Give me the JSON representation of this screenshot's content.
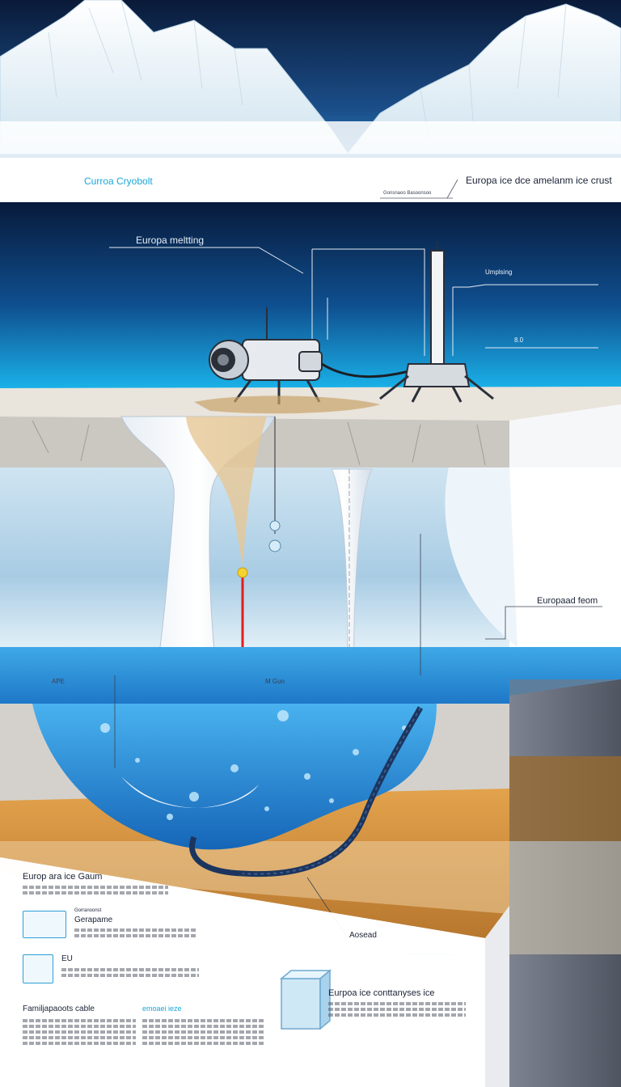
{
  "labels": {
    "top_left": "Curroa Cryobolt",
    "top_right": "Europa ice dce amelanm ice crust",
    "top_right_sub": "Gonsnaoo Basoonsoo",
    "melting": "Europa meltting",
    "right_probe_1": "Umplsing",
    "right_probe_2": "8.0",
    "mid_left": "APE",
    "mid_center": "M Gun",
    "right_side": "Europaad feom",
    "lower_mid": "Aosead"
  },
  "legend": {
    "heading": "Europ ara ice Gaum",
    "item1_title": "Gorranoonst",
    "item1_sub": "Gerapame",
    "item2_title": "EU",
    "bottom_left_title": "Familjapaoots cable",
    "bottom_mid_title": "emoaei ieze",
    "bottom_right_title": "Eurpoa ice conttanyses ice"
  },
  "colors": {
    "sky_dark": "#0b1d3d",
    "sky_light": "#19a6de",
    "ocean": "#3aa7e6",
    "ice": "#f1f4f7",
    "sediment": "#d99a46",
    "laser": "#e21d1d",
    "cable": "#1c355e"
  }
}
